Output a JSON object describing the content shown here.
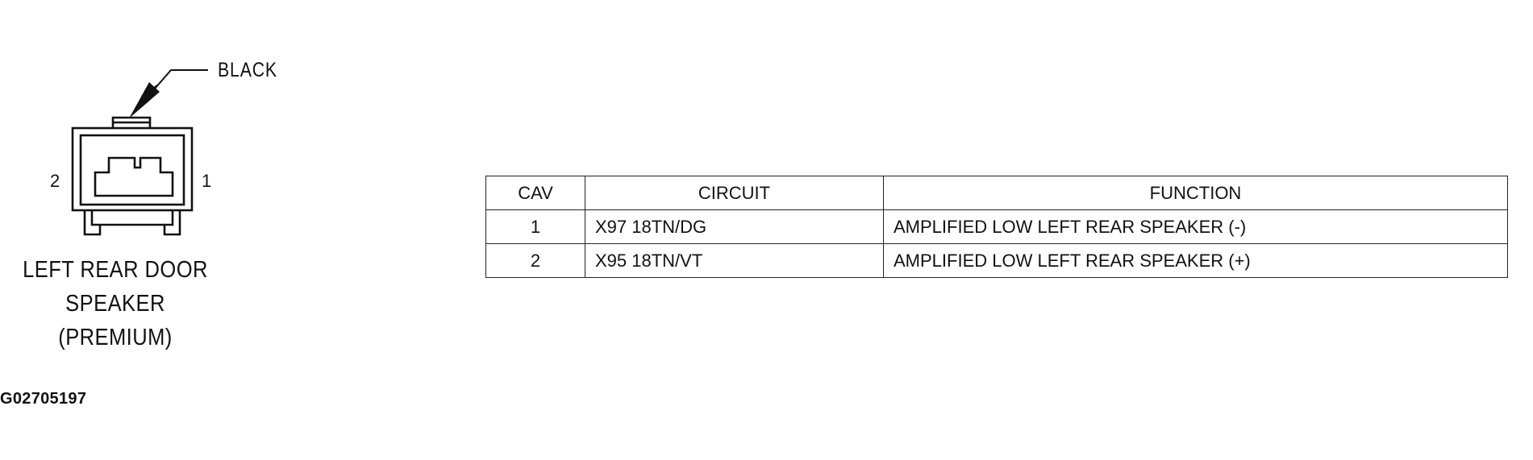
{
  "connector": {
    "callout_label": "BLACK",
    "pin_labels": {
      "left": "2",
      "right": "1"
    },
    "name_lines": [
      "LEFT REAR DOOR",
      "SPEAKER",
      "(PREMIUM)"
    ],
    "figure_id": "G02705197"
  },
  "table": {
    "headers": {
      "cav": "CAV",
      "circuit": "CIRCUIT",
      "function": "FUNCTION"
    },
    "rows": [
      {
        "cav": "1",
        "circuit": "X97 18TN/DG",
        "function": "AMPLIFIED LOW LEFT REAR SPEAKER (-)"
      },
      {
        "cav": "2",
        "circuit": "X95 18TN/VT",
        "function": "AMPLIFIED LOW LEFT REAR SPEAKER (+)"
      }
    ]
  }
}
